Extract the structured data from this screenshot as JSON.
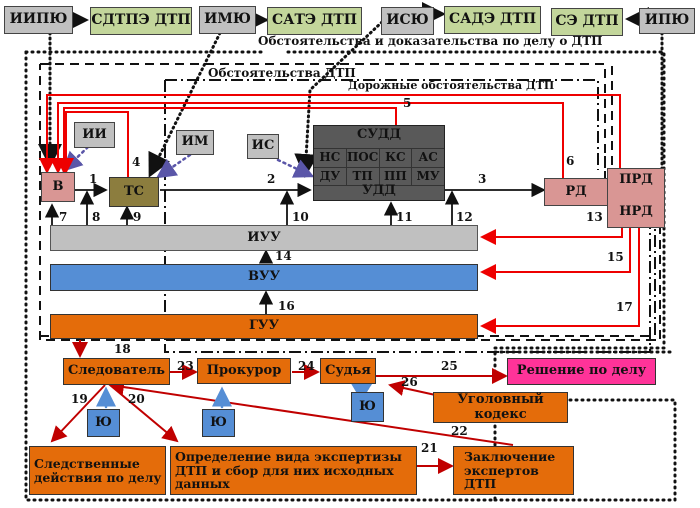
{
  "top_sources": [
    {
      "id": "iipyu",
      "label": "ИИПЮ"
    },
    {
      "id": "imyu",
      "label": "ИМЮ"
    },
    {
      "id": "isyu",
      "label": "ИСЮ"
    },
    {
      "id": "ipyu",
      "label": "ИПЮ"
    }
  ],
  "top_expertises": [
    {
      "id": "sdtpe",
      "label": "СДТПЭ ДТП"
    },
    {
      "id": "sate",
      "label": "САТЭ ДТП"
    },
    {
      "id": "sale",
      "label": "САДЭ ДТП"
    },
    {
      "id": "se",
      "label": "СЭ ДТП"
    }
  ],
  "regions": {
    "outer": "Обстоятельства и доказательства по делу о ДТП",
    "middle": "Обстоятельства ДТП",
    "inner": "Дорожные обстоятельства ДТП"
  },
  "nodes": {
    "v": "В",
    "ts": "ТС",
    "ii": "ИИ",
    "im": "ИМ",
    "is": "ИС",
    "rd": "РД",
    "prd": "ПРД",
    "nrd": "НРД"
  },
  "sudd": {
    "title": "СУДД",
    "row1": [
      "НС",
      "ПОС",
      "КС",
      "АС"
    ],
    "row2": [
      "ДУ",
      "ТП",
      "ПП",
      "МУ"
    ],
    "bottom": "УДД"
  },
  "bars": {
    "iuu": "ИУУ",
    "vuu": "ВУУ",
    "guu": "ГУУ"
  },
  "process": {
    "investigator": "Следователь",
    "prosecutor": "Прокурор",
    "judge": "Судья",
    "decision": "Решение по делу",
    "criminal_code": "Уголовный кодекс",
    "yu": "Ю",
    "investigative_actions": "Следственные действия по делу",
    "expertise_def": "Определение  вида экспертизы ДТП и сбор для них исходных данных",
    "expert_conclusion": "Заключение экспертов ДТП"
  },
  "edge_numbers": [
    "1",
    "2",
    "3",
    "4",
    "5",
    "6",
    "7",
    "8",
    "9",
    "10",
    "11",
    "12",
    "13",
    "14",
    "15",
    "16",
    "17",
    "18",
    "19",
    "20",
    "21",
    "22",
    "23",
    "24",
    "25",
    "26"
  ]
}
